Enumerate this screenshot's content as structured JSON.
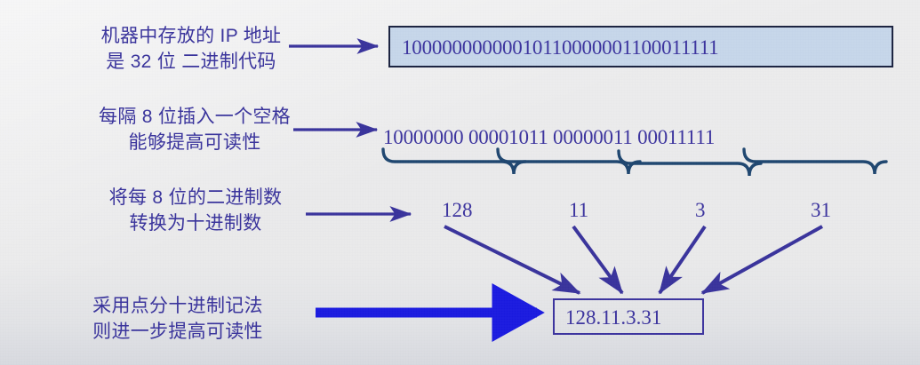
{
  "slide": {
    "background_color": "#eaeaeb",
    "accent_color": "#39339c",
    "box_fill_color": "#c6d6ea",
    "box_border_color": "#1b2340",
    "brace_color": "#1f4670",
    "thick_arrow_color": "#1a1ae0"
  },
  "labels": {
    "step1": "机器中存放的 IP 地址\n是 32 位 二进制代码",
    "step2": "每隔 8 位插入一个空格\n能够提高可读性",
    "step3": "将每 8 位的二进制数\n转换为十进制数",
    "step4": "采用点分十进制记法\n则进一步提高可读性"
  },
  "binary": {
    "raw": "10000000000010110000001100011111",
    "grouped": "10000000 00001011 00000011 00011111",
    "groups": [
      "10000000",
      "00001011",
      "00000011",
      "00011111"
    ]
  },
  "decimals": {
    "octet1": "128",
    "octet2": "11",
    "octet3": "3",
    "octet4": "31"
  },
  "result": {
    "dotted_decimal": "128.11.3.31"
  },
  "icons": {
    "arrow_right": "arrow-right-icon",
    "brace": "curly-brace-icon",
    "thick_arrow": "thick-arrow-right-icon"
  }
}
